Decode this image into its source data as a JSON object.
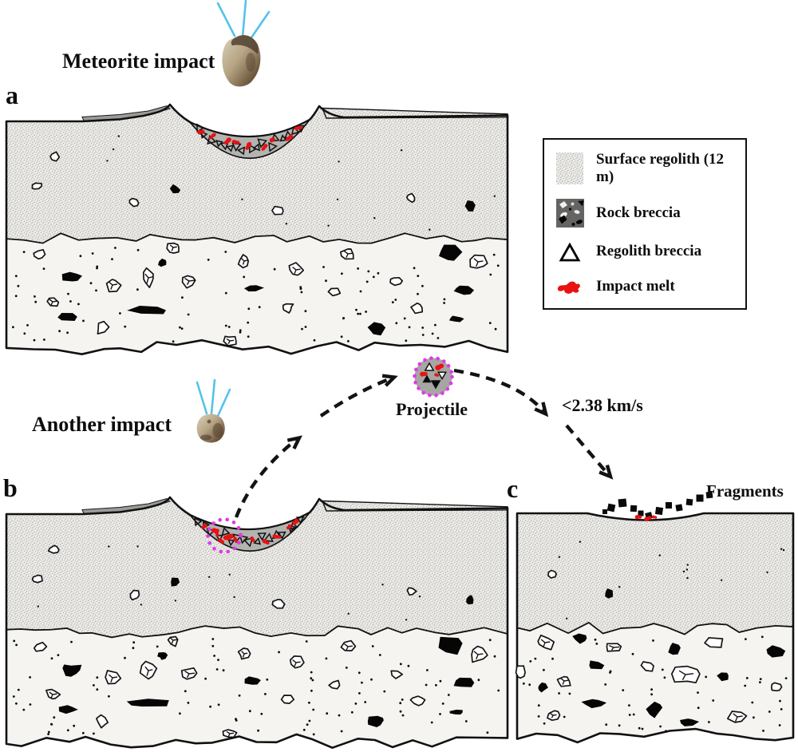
{
  "labels": {
    "meteorite_impact": "Meteorite impact",
    "another_impact": "Another impact",
    "panel_a": "a",
    "panel_b": "b",
    "panel_c": "c",
    "projectile": "Projectile",
    "ejection_velocity": "<2.38 km/s",
    "fragments": "Fragments"
  },
  "legend": {
    "items": [
      {
        "id": "surface-regolith",
        "label": "Surface regolith (12 m)"
      },
      {
        "id": "rock-breccia",
        "label": "Rock breccia"
      },
      {
        "id": "regolith-breccia",
        "label": "Regolith breccia"
      },
      {
        "id": "impact-melt",
        "label": "Impact melt"
      }
    ]
  },
  "colors": {
    "impact_melt_red": "#e81212",
    "highlight_magenta": "#dd3be4",
    "streak_blue": "#55c2ea",
    "crater_breccia_gray": "#b3b3b1",
    "regolith_stipple_bg": "#edece8",
    "bedrock_bg": "#f5f4f1",
    "rock_breccia_dark": "#666463",
    "outline_black": "#111111"
  }
}
